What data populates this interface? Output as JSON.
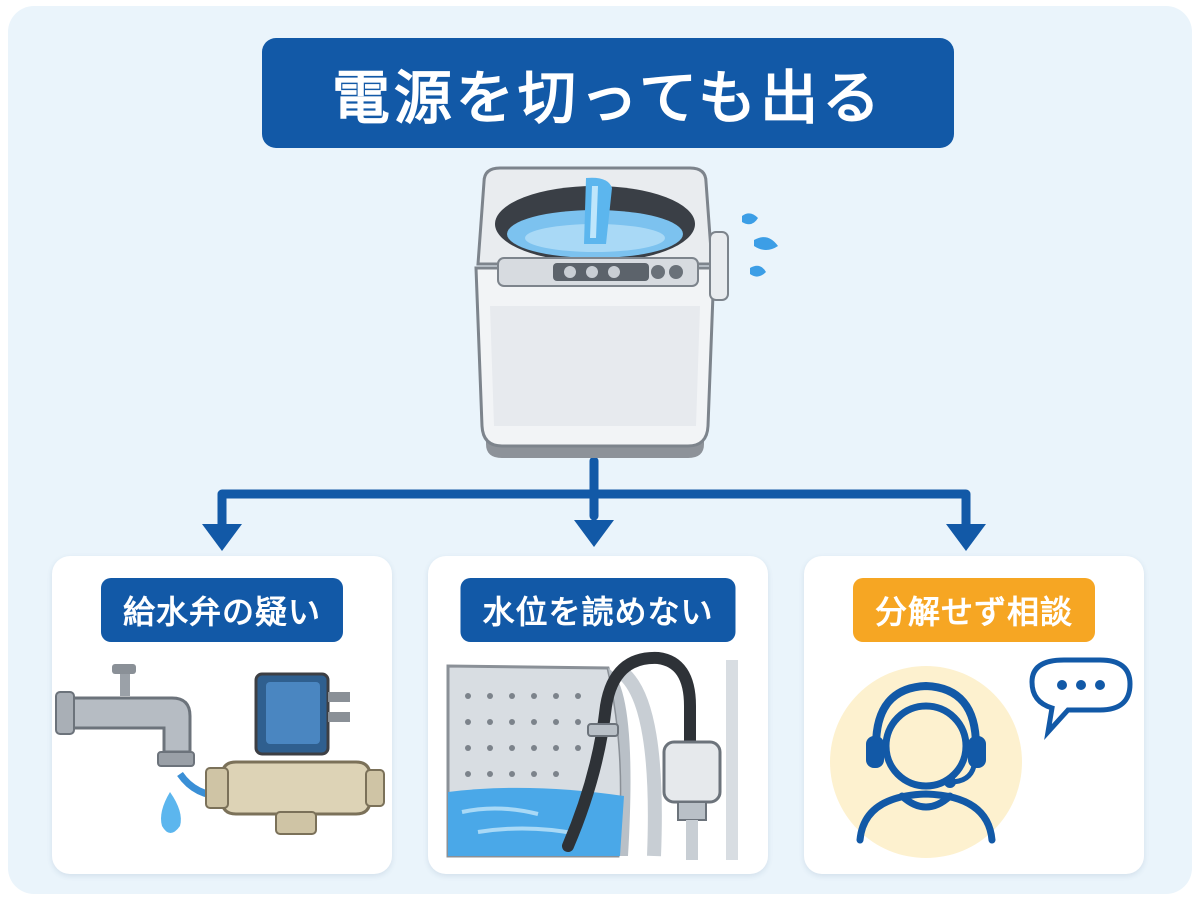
{
  "header": {
    "title": "電源を切っても出る"
  },
  "cards": [
    {
      "label": "給水弁の疑い"
    },
    {
      "label": "水位を読めない"
    },
    {
      "label": "分解せず相談"
    }
  ],
  "colors": {
    "background": "#eaf4fb",
    "title_bg": "#1259a7",
    "arrow": "#1259a7",
    "label_blue": "#1259a7",
    "label_orange": "#f6a623",
    "water": "#4aa8e8"
  },
  "icons": [
    "washing-machine-icon",
    "water-splash-icon",
    "faucet-icon",
    "solenoid-valve-icon",
    "water-drop-icon",
    "drum-icon",
    "pressure-hose-icon",
    "water-level-sensor-icon",
    "support-agent-icon",
    "headset-icon",
    "speech-bubble-icon"
  ]
}
